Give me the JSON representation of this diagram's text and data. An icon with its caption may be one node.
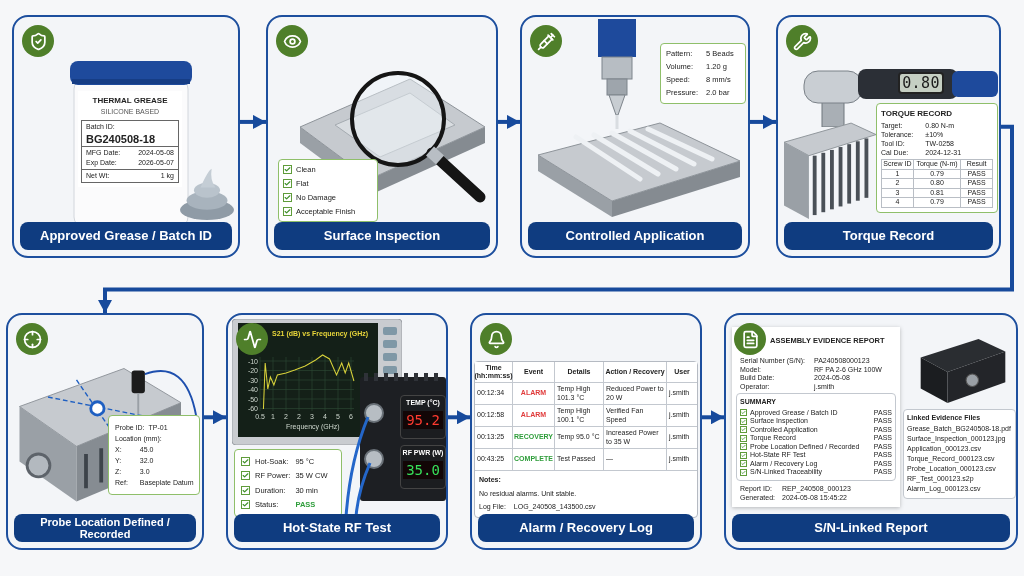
{
  "diagram": {
    "nodes": [
      {
        "text": [
          "Approved Grease / Batch ID"
        ]
      },
      {
        "text": [
          "THERMAL GREASE",
          "SILICONE BASED",
          "Batch ID:",
          "BG240508-18",
          "MFG Date:",
          "2024-05-08",
          "Exp Date:",
          "2026-05-07",
          "Net Wt:",
          "1 kg"
        ],
        "in": 0
      },
      {
        "text": [
          "Surface Inspection"
        ]
      },
      {
        "text": [
          "Clean",
          "Flat",
          "No Damage",
          "Acceptable Finish"
        ],
        "in": 2
      },
      {
        "text": [
          "Controlled Application"
        ]
      },
      {
        "text": [
          "Pattern:",
          "5 Beads",
          "Volume:",
          "1.20 g",
          "Speed:",
          "8 mm/s",
          "Pressure:",
          "2.0 bar"
        ],
        "in": 4
      },
      {
        "text": [
          "Torque Record"
        ]
      },
      {
        "text": [
          "0.80"
        ],
        "in": 6
      },
      {
        "text": [
          "TORQUE RECORD",
          "Target:",
          "0.80 N-m",
          "Tolerance:",
          "±10%",
          "Tool ID:",
          "TW-0258",
          "Cal Due:",
          "2024-12-31",
          "Screw ID",
          "Torque (N-m)",
          "Result",
          "1",
          "0.79",
          "PASS",
          "2",
          "0.80",
          "PASS",
          "3",
          "0.81",
          "PASS",
          "4",
          "0.79",
          "PASS"
        ],
        "in": 6
      },
      {
        "text": [
          "Probe Location Defined / Recorded"
        ]
      },
      {
        "text": [
          "Probe ID:",
          "TP-01",
          "Location (mm):",
          "X:",
          "45.0",
          "Y:",
          "32.0",
          "Z:",
          "3.0",
          "Ref:",
          "Baseplate Datum"
        ],
        "in": 9
      },
      {
        "text": [
          "Hot-State RF Test"
        ]
      },
      {
        "text": [
          "Hot-Soak:",
          "95 °C",
          "RF Power:",
          "35 W CW",
          "Duration:",
          "30 min",
          "Status:",
          "PASS"
        ],
        "in": 11
      },
      {
        "text": [
          "TEMP (°C)",
          "95.2"
        ],
        "in": 11
      },
      {
        "text": [
          "RF PWR (W)",
          "35.0"
        ],
        "in": 11
      },
      {
        "text": [
          "Alarm / Recovery Log"
        ]
      },
      {
        "text": [
          "Time (hh:mm:ss)",
          "Event",
          "Details",
          "Action / Recovery",
          "User",
          "00:12:34",
          "ALARM",
          "Temp High 101.3 °C",
          "Reduced Power to 20 W",
          "j.smith",
          "00:12:58",
          "ALARM",
          "Temp High 100.1 °C",
          "Verified Fan Speed",
          "j.smith",
          "00:13:25",
          "RECOVERY",
          "Temp 95.0 °C",
          "Increased Power to 35 W",
          "j.smith",
          "00:43:25",
          "COMPLETE",
          "Test Passed",
          "—",
          "j.smith",
          "Notes:",
          "No residual alarms. Unit stable.",
          "Log File:",
          "LOG_240508_143500.csv"
        ],
        "in": 15
      },
      {
        "text": [
          "S/N-Linked Report"
        ]
      },
      {
        "text": [
          "ASSEMBLY EVIDENCE REPORT",
          "Serial Number (S/N):",
          "PA240508000123",
          "Model:",
          "RF PA 2-6 GHz 100W",
          "Build Date:",
          "2024-05-08",
          "Operator:",
          "j.smith",
          "Report ID:",
          "REP_240508_000123",
          "Generated:",
          "2024-05-08 15:45:22"
        ],
        "in": 17
      },
      {
        "text": [
          "SUMMARY",
          "Approved Grease / Batch ID",
          "PASS",
          "Surface Inspection",
          "PASS",
          "Controlled Application",
          "PASS",
          "Torque Record",
          "PASS",
          "Probe Location Defined / Recorded",
          "PASS",
          "Hot-State RF Test",
          "PASS",
          "Alarm / Recovery Log",
          "PASS",
          "S/N-Linked Traceability",
          "PASS"
        ],
        "in": 18
      },
      {
        "text": [
          "Linked Evidence Files",
          "Grease_Batch_BG240508-18.pdf",
          "Surface_Inspection_000123.jpg",
          "Application_000123.csv",
          "Torque_Record_000123.csv",
          "Probe_Location_000123.csv",
          "RF_Test_000123.s2p",
          "Alarm_Log_000123.csv"
        ],
        "in": 17
      }
    ],
    "edges": [
      {
        "from": 0,
        "to": 2,
        "arrow": "to"
      },
      {
        "from": 2,
        "to": 4,
        "arrow": "to"
      },
      {
        "from": 4,
        "to": 6,
        "arrow": "to"
      },
      {
        "from": 6,
        "to": 9,
        "arrow": "to"
      },
      {
        "from": 9,
        "to": 11,
        "arrow": "to"
      },
      {
        "from": 11,
        "to": 15,
        "arrow": "to"
      },
      {
        "from": 15,
        "to": 17,
        "arrow": "to"
      }
    ],
    "labels": [
      "S21 (dB) vs Frequency (GHz)",
      "-10",
      "-20",
      "-30",
      "-40",
      "-50",
      "-60",
      "0.5",
      "1",
      "2",
      "2",
      "3",
      "4",
      "5",
      "6",
      "Frequency (GHz)"
    ]
  }
}
